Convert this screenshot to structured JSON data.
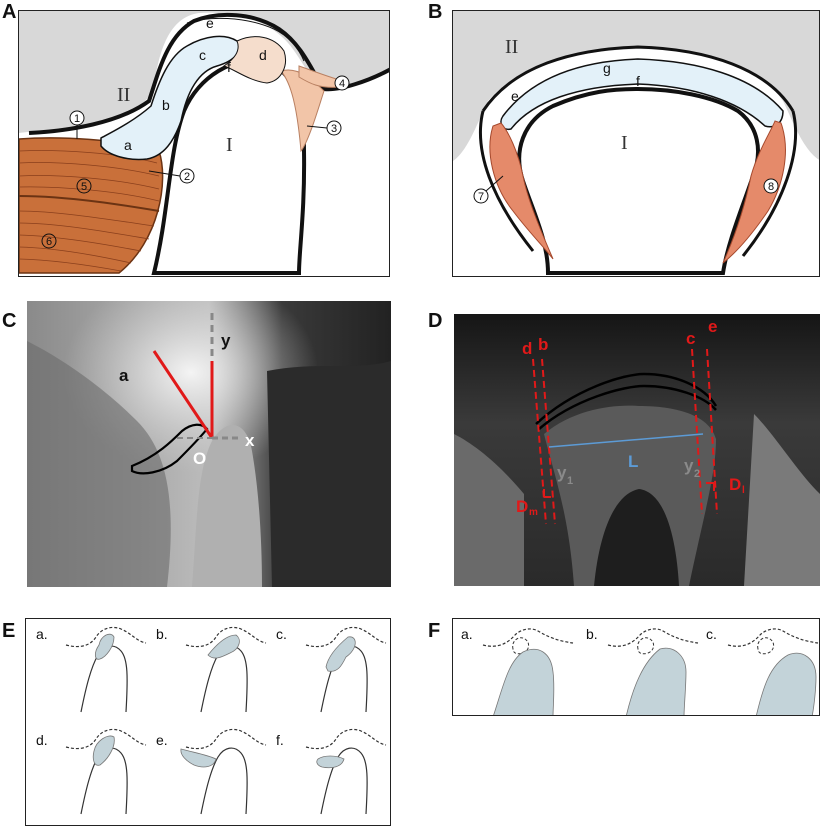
{
  "panels": {
    "A": {
      "letter": "A",
      "labels": {
        "a": "a",
        "b": "b",
        "c": "c",
        "d": "d",
        "e": "e",
        "f": "f",
        "roman1": "I",
        "roman2": "II",
        "n1": "1",
        "n2": "2",
        "n3": "3",
        "n4": "4",
        "n5": "5",
        "n6": "6"
      }
    },
    "B": {
      "letter": "B",
      "labels": {
        "e": "e",
        "f": "f",
        "g": "g",
        "roman1": "I",
        "roman2": "II",
        "n7": "7",
        "n8": "8"
      }
    },
    "C": {
      "letter": "C",
      "labels": {
        "a": "a",
        "y": "y",
        "x": "x",
        "o": "O"
      }
    },
    "D": {
      "letter": "D",
      "labels": {
        "b": "b",
        "c": "c",
        "d": "d",
        "e": "e",
        "L": "L",
        "y1": "y",
        "y1sub": "1",
        "y2": "y",
        "y2sub": "2",
        "Dm": "D",
        "Dmsub": "m",
        "Dl": "D",
        "Dlsub": "l"
      }
    },
    "E": {
      "letter": "E",
      "items": [
        "a.",
        "b.",
        "c.",
        "d.",
        "e.",
        "f."
      ]
    },
    "F": {
      "letter": "F",
      "items": [
        "a.",
        "b.",
        "c."
      ]
    }
  },
  "colors": {
    "disc": "#e3f1f9",
    "muscle": "#c9703a",
    "ligament": "#f2c5a8",
    "highlight_red": "#e11919",
    "line_blue": "#5c9bd6",
    "shade": "#c3d3d9"
  }
}
